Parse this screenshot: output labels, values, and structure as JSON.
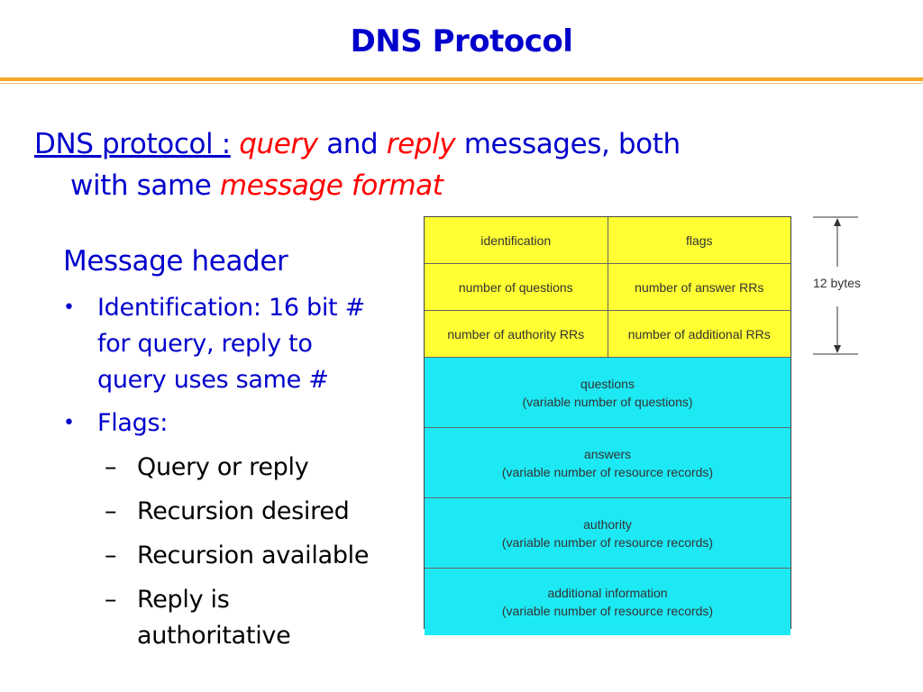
{
  "title": "DNS Protocol",
  "intro": {
    "lead": "DNS protocol :",
    "query": "query",
    "and": "and",
    "reply": "reply",
    "rest1": "messages, both",
    "rest2": "with same",
    "format": "message format"
  },
  "left": {
    "heading": "Message header",
    "b1_label": "Identification:",
    "b1_text_1": "16 bit #",
    "b1_text_2": "for query, reply to",
    "b1_text_3": "query uses same #",
    "b2_label": "Flags:",
    "subitems": [
      "Query or reply",
      "Recursion desired",
      "Recursion available",
      "Reply is",
      "authoritative"
    ],
    "dash": "–",
    "bullet": "•"
  },
  "diagram": {
    "r1": [
      "identification",
      "flags"
    ],
    "r2": [
      "number of questions",
      "number of answer RRs"
    ],
    "r3": [
      "number of authority RRs",
      "number of additional RRs"
    ],
    "sections": [
      {
        "name": "questions",
        "desc": "(variable number of questions)"
      },
      {
        "name": "answers",
        "desc": "(variable number of resource records)"
      },
      {
        "name": "authority",
        "desc": "(variable number of resource  records)"
      },
      {
        "name": "additional information",
        "desc": "(variable number of resource records)"
      }
    ],
    "size_label": "12 bytes",
    "header_color": "#ffff33",
    "body_color": "#1de9f4"
  }
}
